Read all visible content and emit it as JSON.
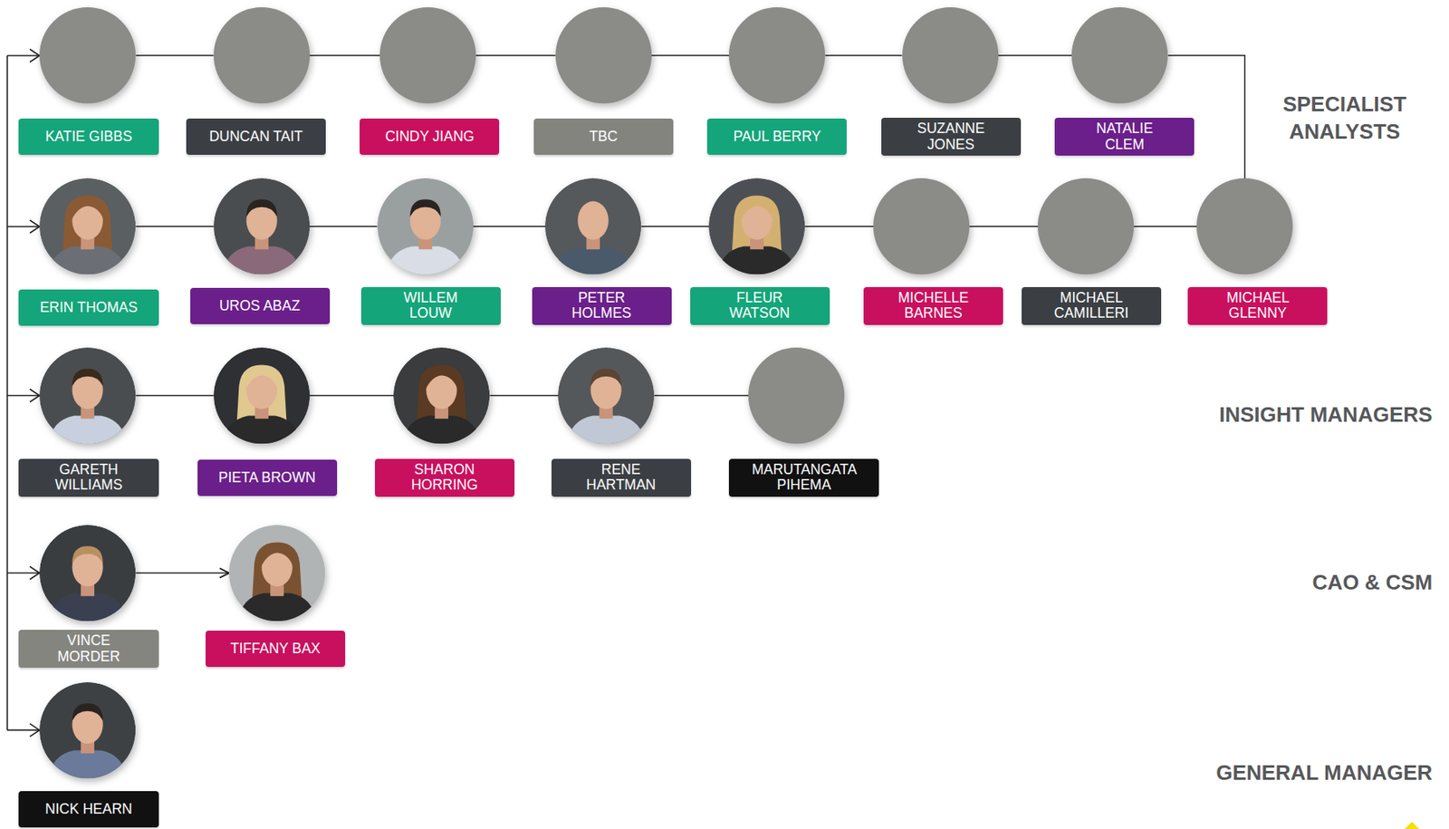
{
  "diagram": {
    "nodes": [
      {
        "text": [
          "KATIE GIBBS"
        ]
      },
      {
        "text": [
          "DUNCAN TAIT"
        ]
      },
      {
        "text": [
          "CINDY JIANG"
        ]
      },
      {
        "text": [
          "TBC"
        ]
      },
      {
        "text": [
          "PAUL BERRY"
        ]
      },
      {
        "text": [
          "SUZANNE JONES"
        ]
      },
      {
        "text": [
          "NATALIE CLEM"
        ]
      },
      {
        "text": [
          "ERIN THOMAS"
        ]
      },
      {
        "text": [
          "UROS ABAZ"
        ]
      },
      {
        "text": [
          "WILLEM LOUW"
        ]
      },
      {
        "text": [
          "PETER HOLMES"
        ]
      },
      {
        "text": [
          "FLEUR WATSON"
        ]
      },
      {
        "text": [
          "MICHELLE BARNES"
        ]
      },
      {
        "text": [
          "MICHAEL CAMILLERI"
        ]
      },
      {
        "text": [
          "MICHAEL GLENNY"
        ]
      },
      {
        "text": [
          "GARETH WILLIAMS"
        ]
      },
      {
        "text": [
          "PIETA BROWN"
        ]
      },
      {
        "text": [
          "SHARON HORRING"
        ]
      },
      {
        "text": [
          "RENE HARTMAN"
        ]
      },
      {
        "text": [
          "MARUTANGATA PIHEMA"
        ]
      },
      {
        "text": [
          "VINCE MORDER"
        ]
      },
      {
        "text": [
          "TIFFANY BAX"
        ]
      },
      {
        "text": [
          "NICK HEARN"
        ]
      }
    ],
    "edges": [
      {
        "from": 0,
        "to": 1,
        "arrow": "none"
      },
      {
        "from": 1,
        "to": 2,
        "arrow": "none"
      },
      {
        "from": 2,
        "to": 3,
        "arrow": "none"
      },
      {
        "from": 3,
        "to": 4,
        "arrow": "none"
      },
      {
        "from": 4,
        "to": 5,
        "arrow": "none"
      },
      {
        "from": 5,
        "to": 6,
        "arrow": "none"
      },
      {
        "from": 6,
        "to": 14,
        "arrow": "none"
      },
      {
        "from": 7,
        "to": 8,
        "arrow": "none"
      },
      {
        "from": 8,
        "to": 9,
        "arrow": "none"
      },
      {
        "from": 9,
        "to": 10,
        "arrow": "none"
      },
      {
        "from": 10,
        "to": 11,
        "arrow": "none"
      },
      {
        "from": 11,
        "to": 12,
        "arrow": "none"
      },
      {
        "from": 12,
        "to": 13,
        "arrow": "none"
      },
      {
        "from": 13,
        "to": 14,
        "arrow": "none"
      },
      {
        "from": 15,
        "to": 16,
        "arrow": "none"
      },
      {
        "from": 16,
        "to": 17,
        "arrow": "none"
      },
      {
        "from": 17,
        "to": 18,
        "arrow": "none"
      },
      {
        "from": 18,
        "to": 19,
        "arrow": "none"
      },
      {
        "from": 20,
        "to": 21,
        "arrow": "to"
      }
    ],
    "labels": [
      "SPECIALIST ANALYSTS",
      "INSIGHT MANAGERS",
      "CAO & CSM",
      "GENERAL MANAGER"
    ]
  }
}
